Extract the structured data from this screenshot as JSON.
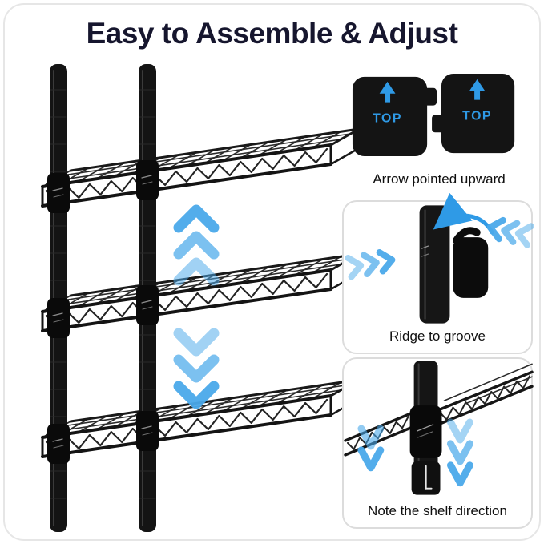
{
  "title": "Easy to Assemble & Adjust",
  "colors": {
    "accent": "#2f9ae6",
    "arrow": "#4aa9ea",
    "title_ink": "#16162e",
    "caption_ink": "#0f0f0f",
    "card_border": "#dcdcdc",
    "metal_dark": "#141414",
    "wire": "#2b2b2b"
  },
  "shelving": {
    "shelf_count": 3,
    "adjust_arrows": [
      "up",
      "down"
    ]
  },
  "cards": [
    {
      "caption": "Arrow pointed upward",
      "sleeve_labels": [
        "TOP",
        "TOP"
      ]
    },
    {
      "caption": "Ridge to groove"
    },
    {
      "caption": "Note the shelf direction"
    }
  ]
}
